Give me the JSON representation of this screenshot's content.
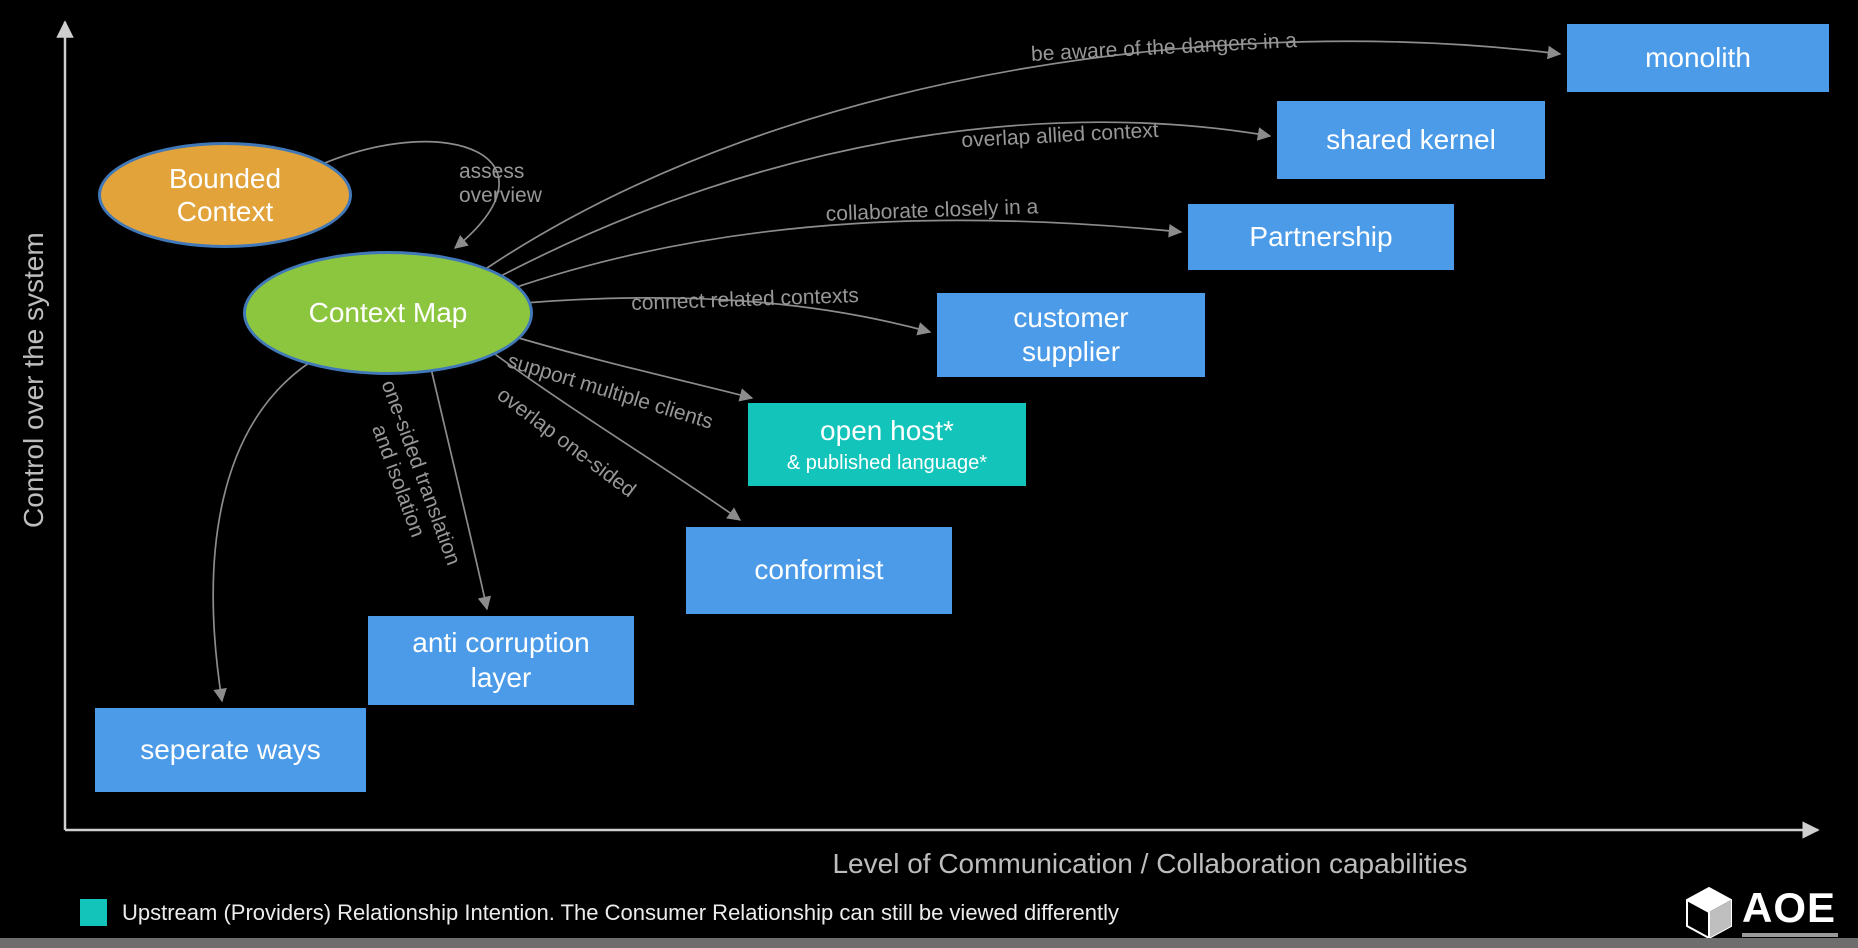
{
  "colors": {
    "bg": "#000000",
    "box-blue": "#4B9BE8",
    "box-teal": "#12C4BA",
    "ellipse-orange": "#E1A33A",
    "ellipse-green": "#8CC63F",
    "edge-gray": "#8C8C8C",
    "axis-gray": "#CFCFCF"
  },
  "axes": {
    "y_label": "Control over the system",
    "x_label": "Level of Communication / Collaboration capabilities"
  },
  "nodes": {
    "bounded_context": "Bounded\nContext",
    "context_map": "Context Map"
  },
  "boxes": {
    "monolith": {
      "label": "monolith"
    },
    "shared_kernel": {
      "label": "shared kernel"
    },
    "partnership": {
      "label": "Partnership"
    },
    "customer_supplier": {
      "label": "customer\nsupplier"
    },
    "open_host": {
      "label": "open host*",
      "sublabel": "& published language*"
    },
    "conformist": {
      "label": "conformist"
    },
    "anti_corruption_layer": {
      "label": "anti corruption\nlayer"
    },
    "seperate_ways": {
      "label": "seperate ways"
    }
  },
  "edge_labels": {
    "assess_overview": "assess\noverview",
    "monolith": "be aware of the dangers in a",
    "shared_kernel": "overlap allied context",
    "partnership": "collaborate closely in a",
    "customer_supplier": "connect related contexts",
    "open_host": "support multiple clients",
    "conformist": "overlap one-sided",
    "anti_corruption_layer": "one-sided translation\nand isolation"
  },
  "legend": {
    "swatch_color": "#12C4BA",
    "text": "Upstream (Providers) Relationship Intention. The Consumer Relationship can still be viewed differently"
  },
  "logo": {
    "text": "AOE"
  }
}
